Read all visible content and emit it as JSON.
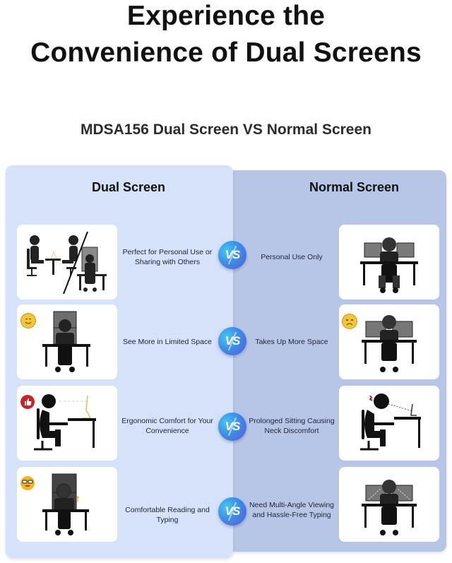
{
  "header": {
    "title_line1": "Experience the",
    "title_line2": "Convenience of Dual Screens",
    "subtitle": "MDSA156 Dual Screen VS Normal Screen"
  },
  "columns": {
    "left_title": "Dual Screen",
    "right_title": "Normal Screen",
    "left_bg": "#d6e2fa",
    "right_bg": "#b7c6e6"
  },
  "vs_label": "VS",
  "rows": [
    {
      "dual_text": "Perfect for Personal Use or Sharing with Others",
      "normal_text": "Personal Use Only",
      "dual_icon": "sharing-desk-illustration",
      "normal_icon": "single-user-desk-illustration"
    },
    {
      "dual_text": "See More in Limited Space",
      "normal_text": "Takes Up More Space",
      "dual_icon": "stacked-screen-illustration",
      "normal_icon": "wide-screens-illustration",
      "dual_badge": "smile-emoji",
      "normal_badge": "frown-emoji"
    },
    {
      "dual_text": "Ergonomic Comfort for Your Convenience",
      "normal_text": "Prolonged Sitting Causing Neck Discomfort",
      "dual_icon": "ergonomic-seated-illustration",
      "normal_icon": "neck-strain-illustration",
      "dual_badge": "thumbs-up-badge"
    },
    {
      "dual_text": "Comfortable Reading and Typing",
      "normal_text": "Need Multi-Angle Viewing and Hassle-Free Typing",
      "dual_icon": "vertical-stack-reading-illustration",
      "normal_icon": "multi-angle-screens-illustration",
      "dual_badge": "nerd-emoji"
    }
  ]
}
